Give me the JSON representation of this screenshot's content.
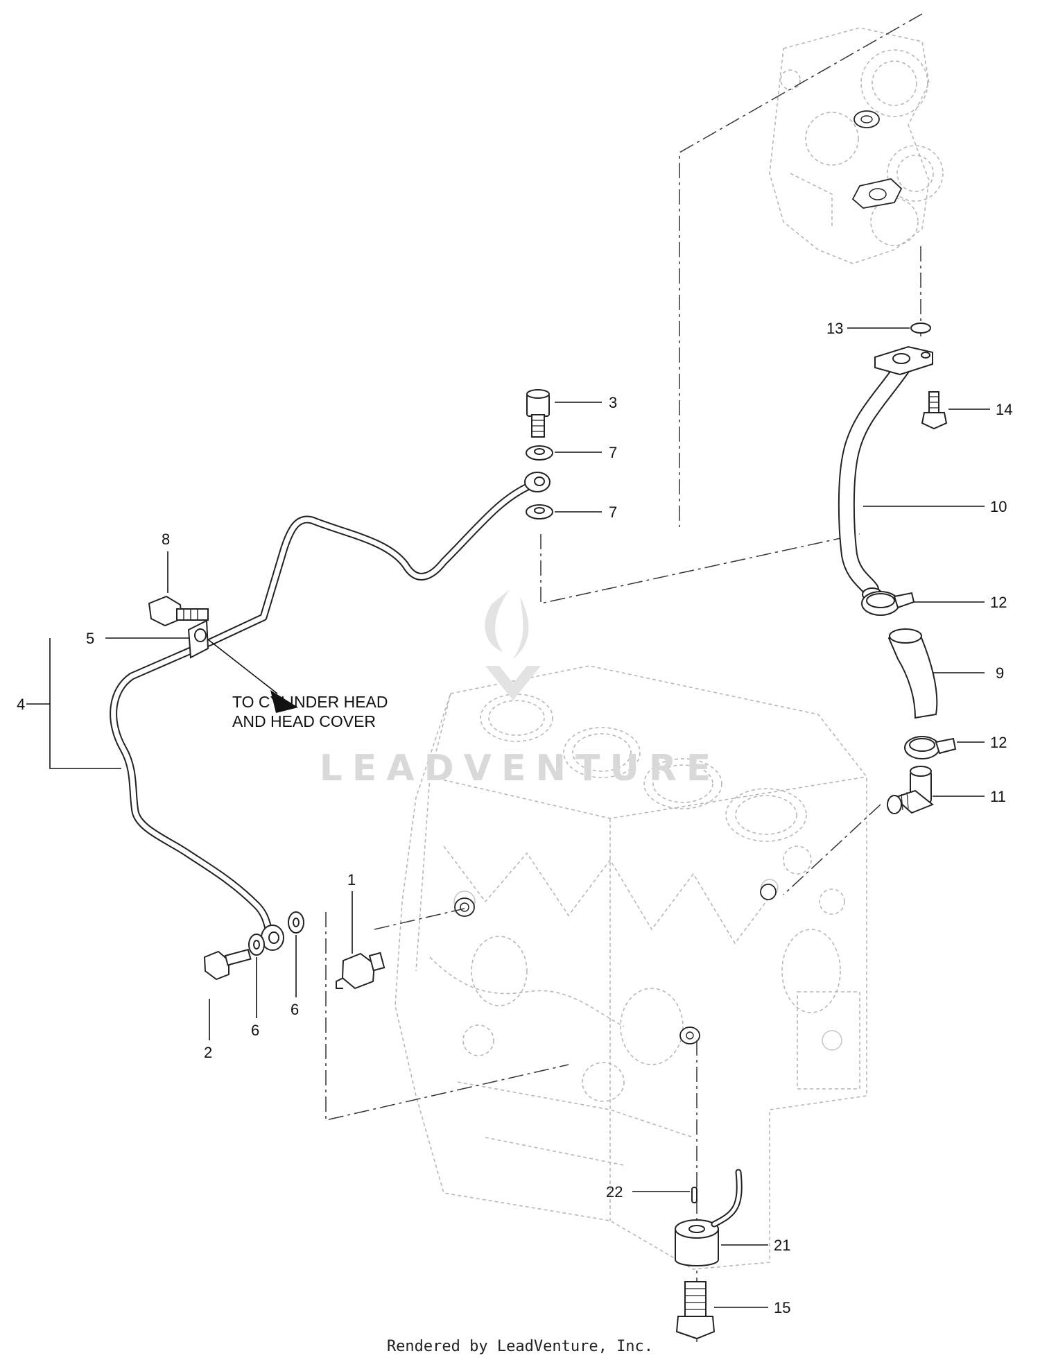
{
  "callouts": {
    "c1": "1",
    "c2": "2",
    "c3": "3",
    "c4": "4",
    "c5": "5",
    "c6a": "6",
    "c6b": "6",
    "c7a": "7",
    "c7b": "7",
    "c8": "8",
    "c9": "9",
    "c10": "10",
    "c11": "11",
    "c12a": "12",
    "c12b": "12",
    "c13": "13",
    "c14": "14",
    "c15": "15",
    "c21": "21",
    "c22": "22"
  },
  "note": {
    "line1": "TO CYLINDER HEAD",
    "line2": "AND HEAD COVER"
  },
  "watermark": "LEADVENTURE",
  "footer": "Rendered by LeadVenture, Inc."
}
